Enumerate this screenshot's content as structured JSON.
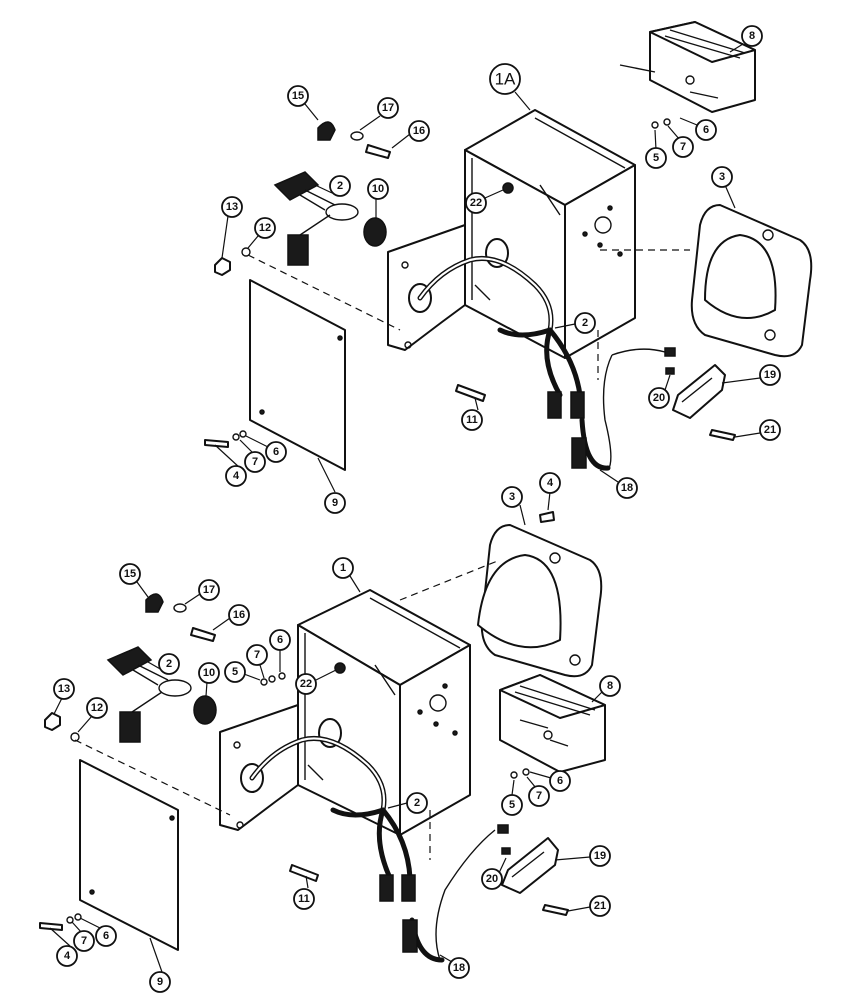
{
  "callouts": {
    "c1A": "1A",
    "c1": "1",
    "c2": "2",
    "c3": "3",
    "c4": "4",
    "c5": "5",
    "c6": "6",
    "c7": "7",
    "c8": "8",
    "c9": "9",
    "c10": "10",
    "c11": "11",
    "c12": "12",
    "c13": "13",
    "c15": "15",
    "c16": "16",
    "c17": "17",
    "c18": "18",
    "c19": "19",
    "c20": "20",
    "c21": "21",
    "c22": "22"
  }
}
